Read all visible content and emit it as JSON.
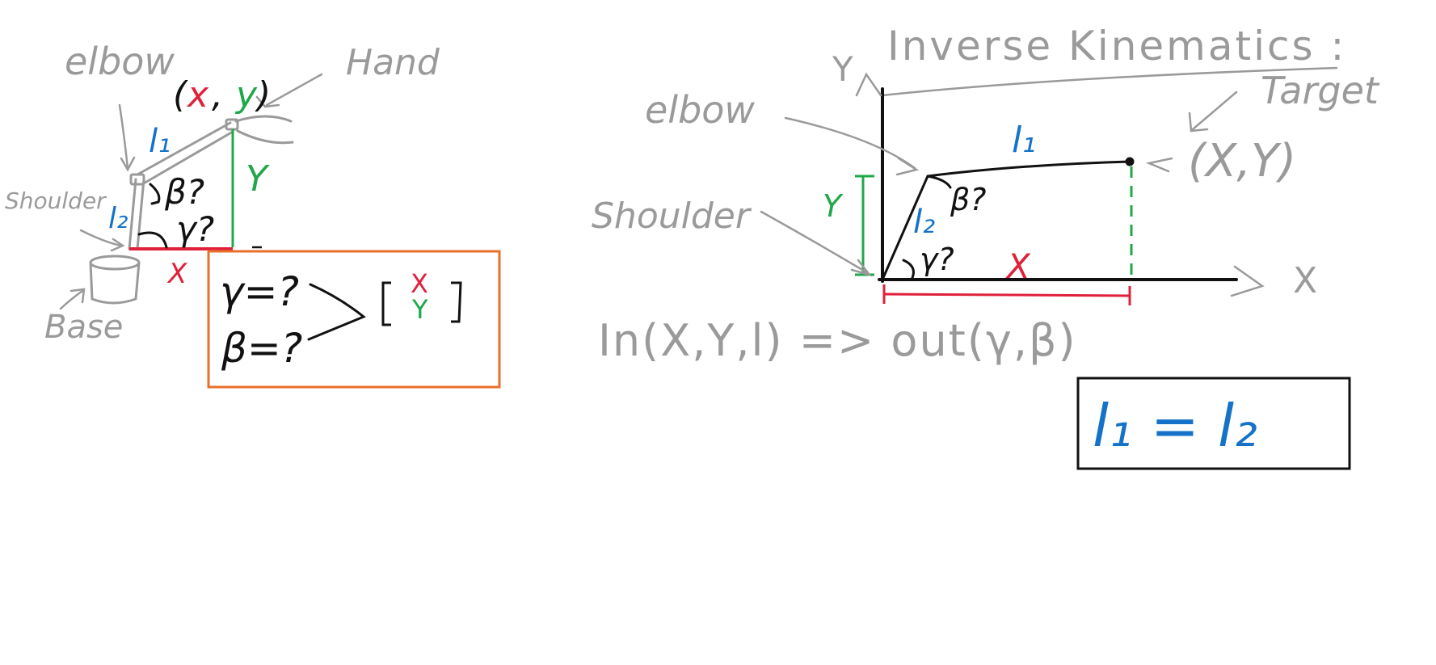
{
  "colors": {
    "pencil_gray": "#9a9a9a",
    "ink_black": "#111111",
    "red": "#e0203a",
    "green": "#1fa84a",
    "blue": "#1473c8",
    "orange": "#e8702a",
    "box_blue_border": "#111111"
  },
  "left_sketch": {
    "elbow_label": "elbow",
    "hand_label": "Hand",
    "shoulder_label": "Shoulder",
    "base_label": "Base",
    "target_open": "(",
    "target_x": "x",
    "target_comma": ",",
    "target_y": "y",
    "target_close": ")",
    "l1_label": "l₁",
    "l2_label": "l₂",
    "beta_label": "β?",
    "gamma_label": "γ?",
    "y_dim_label": "Y",
    "x_dim_label": "X"
  },
  "orange_box": {
    "gamma_eq": "γ=?",
    "beta_eq": "β=?",
    "vector_x": "X",
    "vector_y": "Y"
  },
  "right_diagram": {
    "title": "Inverse Kinematics :",
    "y_axis_label": "Y",
    "x_axis_label": "X",
    "elbow_label": "elbow",
    "shoulder_label": "Shoulder",
    "target_label": "Target",
    "target_coords": "(X,Y)",
    "l1_label": "l₁",
    "l2_label": "l₂",
    "beta_label": "β?",
    "gamma_label": "γ?",
    "y_dim_label": "Y",
    "x_dim_label": "X",
    "io_text": "In(X,Y,l) => out(γ,β)"
  },
  "equality_box": {
    "text": "l₁ = l₂"
  }
}
